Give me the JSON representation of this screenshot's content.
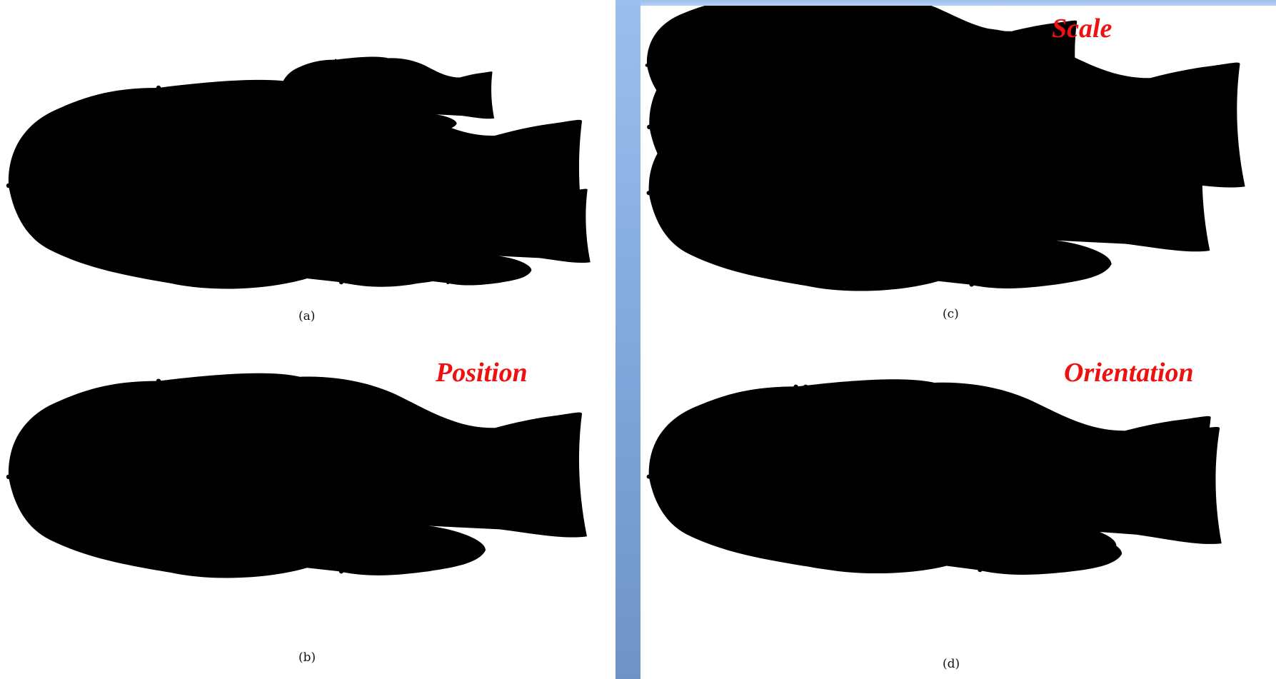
{
  "panels": {
    "a": {
      "caption": "(a)"
    },
    "b": {
      "caption": "(b)",
      "tag": "Position"
    },
    "c": {
      "caption": "(c)",
      "tag": "Scale"
    },
    "d": {
      "caption": "(d)",
      "tag": "Orientation"
    }
  },
  "colors": {
    "divider_blue": "#8fb3e6",
    "tag_red": "#ee1111",
    "outline_dark": "#1a1a1a",
    "outline_light": "#9a9a9a"
  }
}
